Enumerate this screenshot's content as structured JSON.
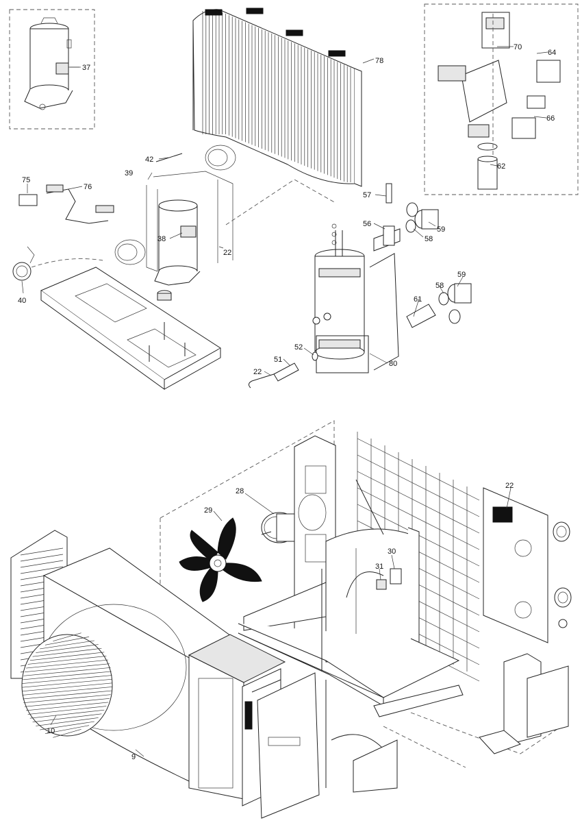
{
  "diagram": {
    "callouts": [
      "37",
      "78",
      "70",
      "64",
      "66",
      "62",
      "42",
      "39",
      "75",
      "76",
      "57",
      "56",
      "59",
      "58",
      "38",
      "22",
      "40",
      "59",
      "58",
      "61",
      "52",
      "51",
      "22",
      "80",
      "28",
      "29",
      "22",
      "30",
      "31",
      "10",
      "9"
    ],
    "colors": {
      "line": "#222222",
      "fill": "#ffffff",
      "shade": "#e6e6e6",
      "black": "#111111"
    }
  }
}
